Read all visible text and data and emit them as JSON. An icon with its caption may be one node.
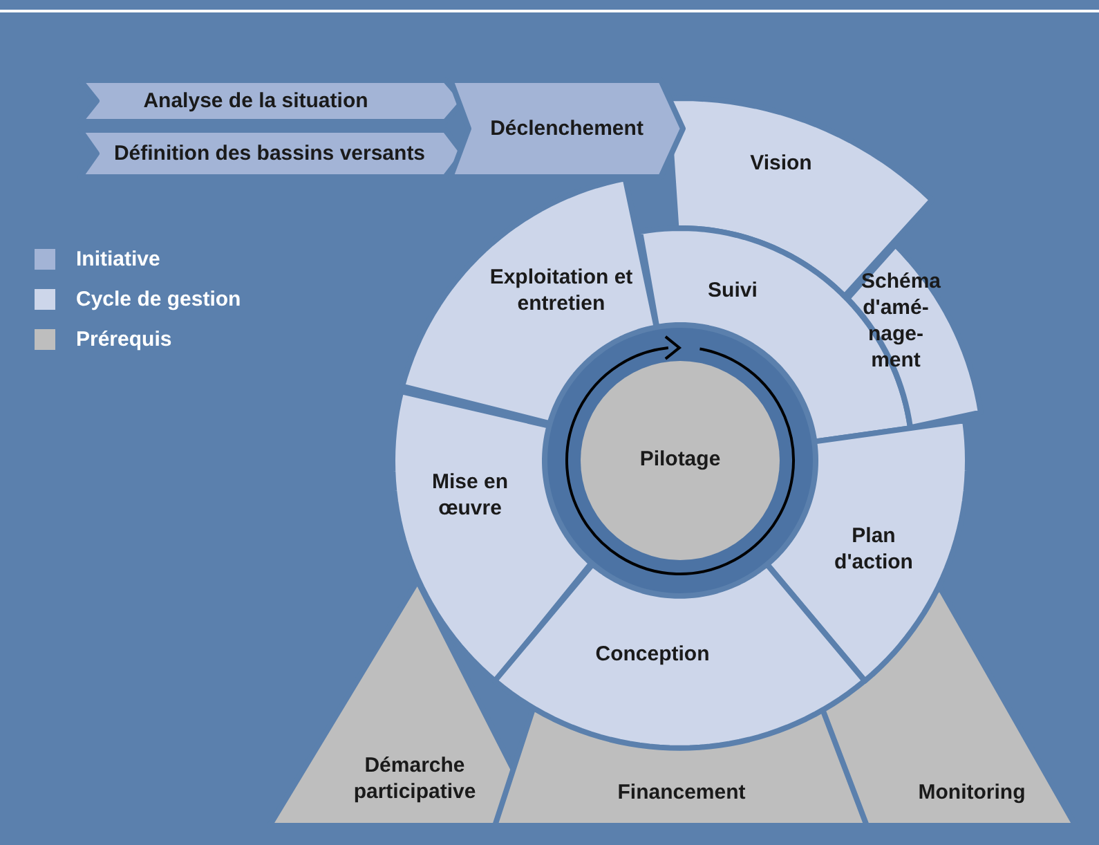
{
  "diagram": {
    "nodes": [
      {
        "text": [
          "Analyse de la situation"
        ]
      },
      {
        "text": [
          "Définition des bassins versants"
        ]
      },
      {
        "text": [
          "Déclenchement"
        ]
      },
      {
        "text": [
          "Vision"
        ]
      },
      {
        "text": [
          "Schéma d'amé- nage- ment"
        ]
      },
      {
        "text": [
          "Suivi"
        ]
      },
      {
        "text": [
          "Exploitation et entretien"
        ]
      },
      {
        "text": [
          "Mise en œuvre"
        ]
      },
      {
        "text": [
          "Plan d'action"
        ]
      },
      {
        "text": [
          "Conception"
        ]
      },
      {
        "text": [
          "Pilotage"
        ]
      },
      {
        "text": [
          "Démarche participative"
        ]
      },
      {
        "text": [
          "Financement"
        ]
      },
      {
        "text": [
          "Monitoring"
        ]
      }
    ],
    "edges": [],
    "legend": [
      {
        "text": "Initiative",
        "color": "#a3b4d6"
      },
      {
        "text": "Cycle de gestion",
        "color": "#cdd6ea"
      },
      {
        "text": "Prérequis",
        "color": "#bebebe"
      }
    ]
  }
}
